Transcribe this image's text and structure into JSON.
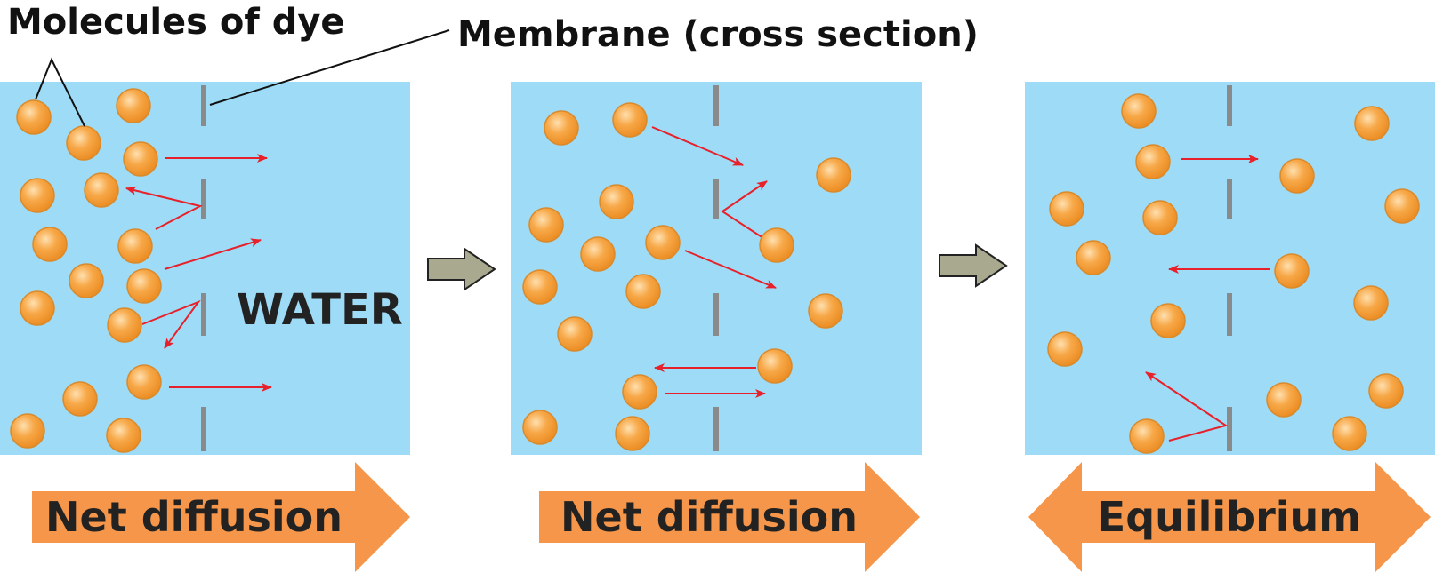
{
  "labels": {
    "dye_molecules": "Molecules of dye",
    "membrane": "Membrane (cross section)",
    "water": "WATER"
  },
  "stages": [
    {
      "id": "stage-1",
      "caption": "Net diffusion",
      "arrow": "right"
    },
    {
      "id": "stage-2",
      "caption": "Net diffusion",
      "arrow": "right"
    },
    {
      "id": "stage-3",
      "caption": "Equilibrium",
      "arrow": "double"
    }
  ],
  "colors": {
    "water": "#9ddbf6",
    "molecule_fill": "#f6a54a",
    "molecule_stroke": "#d98a2c",
    "membrane": "#8a8a8a",
    "motion_arrow": "#e8202a",
    "caption_arrow": "#f5964a",
    "step_arrow_fill": "#a9a98f",
    "text": "#222222"
  },
  "icons": {
    "molecule": "dye-molecule-icon",
    "step": "step-arrow-icon"
  }
}
